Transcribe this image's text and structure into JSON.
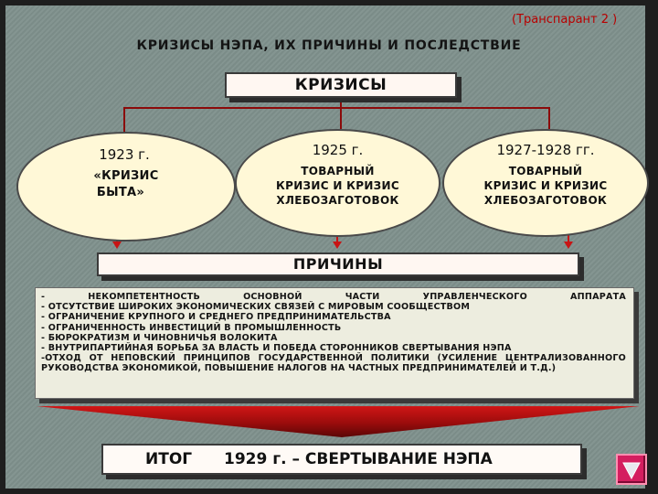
{
  "header": {
    "transparency_label": "(Транспарант 2 )",
    "title": "КРИЗИСЫ НЭПА, ИХ ПРИЧИНЫ И ПОСЛЕДСТВИЕ"
  },
  "crises": {
    "title": "КРИЗИСЫ",
    "items": [
      {
        "year": "1923 г.",
        "description": [
          "«КРИЗИС",
          "БЫТА»"
        ]
      },
      {
        "year": "1925 г.",
        "description": [
          "ТОВАРНЫЙ",
          "КРИЗИС И КРИЗИС",
          "ХЛЕБОЗАГОТОВОК"
        ]
      },
      {
        "year": "1927-1928 гг.",
        "description": [
          "ТОВАРНЫЙ",
          "КРИЗИС И КРИЗИС",
          "ХЛЕБОЗАГОТОВОК"
        ]
      }
    ]
  },
  "causes": {
    "title": "ПРИЧИНЫ",
    "items": [
      "- НЕКОМПЕТЕНТНОСТЬ ОСНОВНОЙ ЧАСТИ УПРАВЛЕНЧЕСКОГО АППАРАТА",
      "- ОТСУТСТВИЕ ШИРОКИХ ЭКОНОМИЧЕСКИХ СВЯЗЕЙ С МИРОВЫМ СООБЩЕСТВОМ",
      "- ОГРАНИЧЕНИЕ КРУПНОГО И СРЕДНЕГО ПРЕДПРИНИМАТЕЛЬСТВА",
      "- ОГРАНИЧЕННОСТЬ ИНВЕСТИЦИЙ В ПРОМЫШЛЕННОСТЬ",
      "- БЮРОКРАТИЗМ И ЧИНОВНИЧЬЯ ВОЛОКИТА",
      "- ВНУТРИПАРТИЙНАЯ БОРЬБА ЗА ВЛАСТЬ И ПОБЕДА СТОРОННИКОВ СВЕРТЫВАНИЯ НЭПА",
      "-ОТХОД ОТ НЕПОВСКИЙ ПРИНЦИПОВ ГОСУДАРСТВЕННОЙ ПОЛИТИКИ (УСИЛЕНИЕ ЦЕНТРАЛИЗОВАННОГО РУКОВОДСТВА ЭКОНОМИКОЙ, ПОВЫШЕНИЕ НАЛОГОВ НА ЧАСТНЫХ ПРЕДПРИНИМАТЕЛЕЙ И Т.Д.)"
    ]
  },
  "result": {
    "label": "ИТОГ",
    "text": "1929 г. – СВЕРТЫВАНИЕ НЭПА"
  },
  "navigation": {
    "icon": "triangle-down-icon"
  },
  "colors": {
    "background": "#7f918d",
    "accent_red": "#b80000",
    "connector": "#8b0a0a",
    "arrow_red": "#c81414",
    "ellipse_fill": "#fff8d7",
    "box_fill": "#fff7f2",
    "nav_button": "#d41e5f"
  }
}
